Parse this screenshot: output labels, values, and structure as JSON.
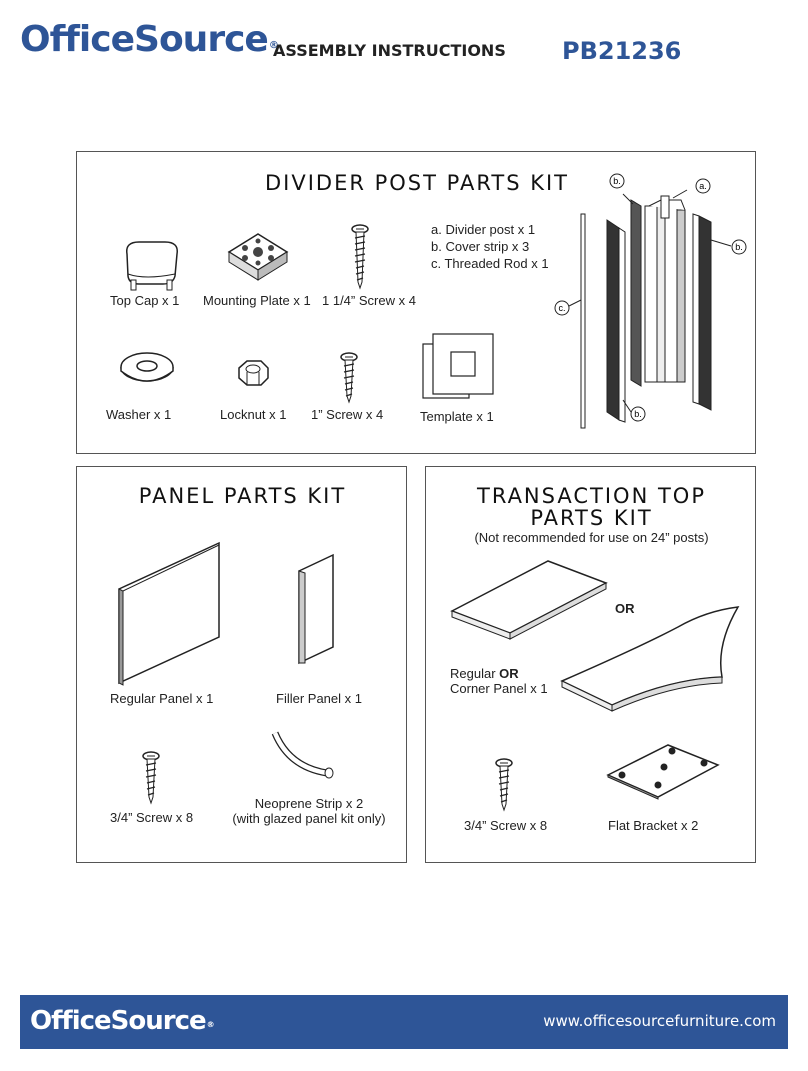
{
  "header": {
    "brand": "OfficeSource",
    "registered_mark": "®",
    "doc_type": "ASSEMBLY INSTRUCTIONS",
    "product_code": "PB21236"
  },
  "divider_kit": {
    "title": "DIVIDER POST PARTS KIT",
    "parts": {
      "top_cap": "Top Cap x 1",
      "mounting_plate": "Mounting Plate x 1",
      "screw_long": "1 1/4” Screw x 4",
      "washer": "Washer x 1",
      "locknut": "Locknut x 1",
      "screw_short": "1” Screw x 4",
      "template": "Template x 1"
    },
    "legend": [
      "a. Divider post x 1",
      "b. Cover strip x 3",
      "c. Threaded Rod x 1"
    ],
    "callouts": {
      "a": "a.",
      "b": "b.",
      "c": "c."
    }
  },
  "panel_kit": {
    "title": "PANEL PARTS KIT",
    "parts": {
      "regular_panel": "Regular Panel x 1",
      "filler_panel": "Filler Panel x 1",
      "screw": "3/4” Screw x 8",
      "neoprene_line1": "Neoprene Strip x 2",
      "neoprene_line2": "(with glazed panel kit only)"
    }
  },
  "transaction_kit": {
    "title_line1": "TRANSACTION TOP",
    "title_line2": "PARTS KIT",
    "subtitle": "(Not recommended for use on 24” posts)",
    "or_label": "OR",
    "parts": {
      "panel_line1_a": "Regular ",
      "panel_line1_b": "OR",
      "panel_line2": "Corner Panel x 1",
      "screw": "3/4” Screw x 8",
      "flat_bracket": "Flat Bracket x 2"
    }
  },
  "footer": {
    "brand": "OfficeSource",
    "registered_mark": "®",
    "url": "www.officesourcefurniture.com",
    "background_color": "#2e5597"
  },
  "colors": {
    "brand_blue": "#2e5597"
  }
}
